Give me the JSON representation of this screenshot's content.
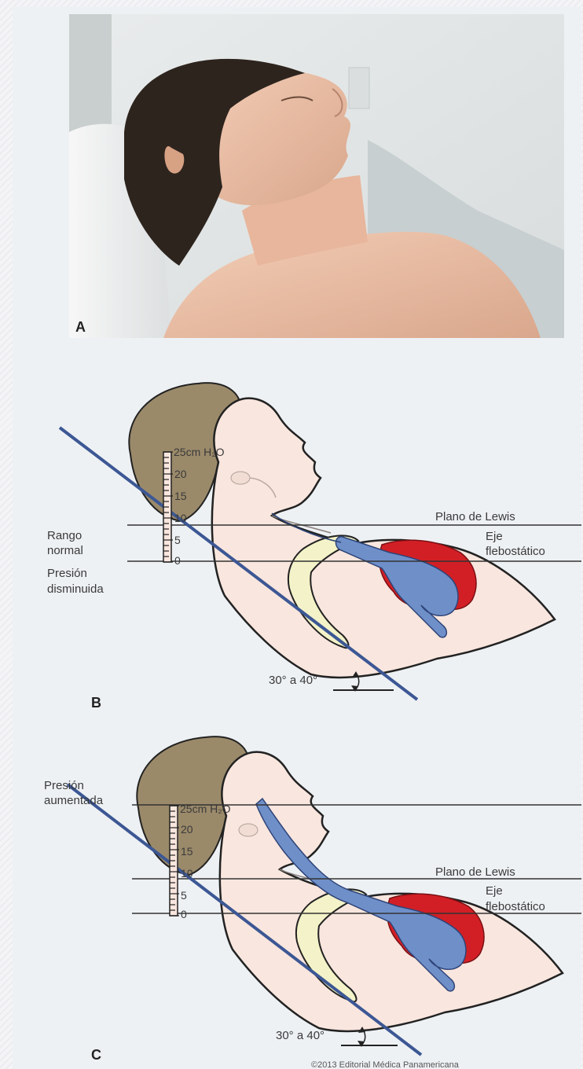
{
  "panel_a": {
    "letter": "A"
  },
  "panel_b": {
    "letter": "B",
    "scale_unit": "25cm H₂O",
    "scale_ticks": [
      "20",
      "15",
      "10",
      "5",
      "0"
    ],
    "label_lewis": "Plano de Lewis",
    "label_eje_line1": "Eje",
    "label_eje_line2": "flebostático",
    "label_rango_line1": "Rango",
    "label_rango_line2": "normal",
    "label_presion_line1": "Presión",
    "label_presion_line2": "disminuida",
    "angle_label": "30° a 40°"
  },
  "panel_c": {
    "letter": "C",
    "scale_unit": "25cm H₂O",
    "scale_ticks": [
      "20",
      "15",
      "10",
      "5",
      "0"
    ],
    "label_lewis": "Plano de Lewis",
    "label_eje_line1": "Eje",
    "label_eje_line2": "flebostático",
    "label_presion_line1": "Presión",
    "label_presion_line2": "aumentada",
    "angle_label": "30° a 40°"
  },
  "copyright": "©2013 Editorial Médica Panamericana",
  "colors": {
    "hair": "#9b8a6a",
    "skin": "#f9e6de",
    "vein": "#6f8fc9",
    "heart": "#d21f25",
    "clavicle": "#f4f2c8",
    "board": "#3c5794"
  }
}
